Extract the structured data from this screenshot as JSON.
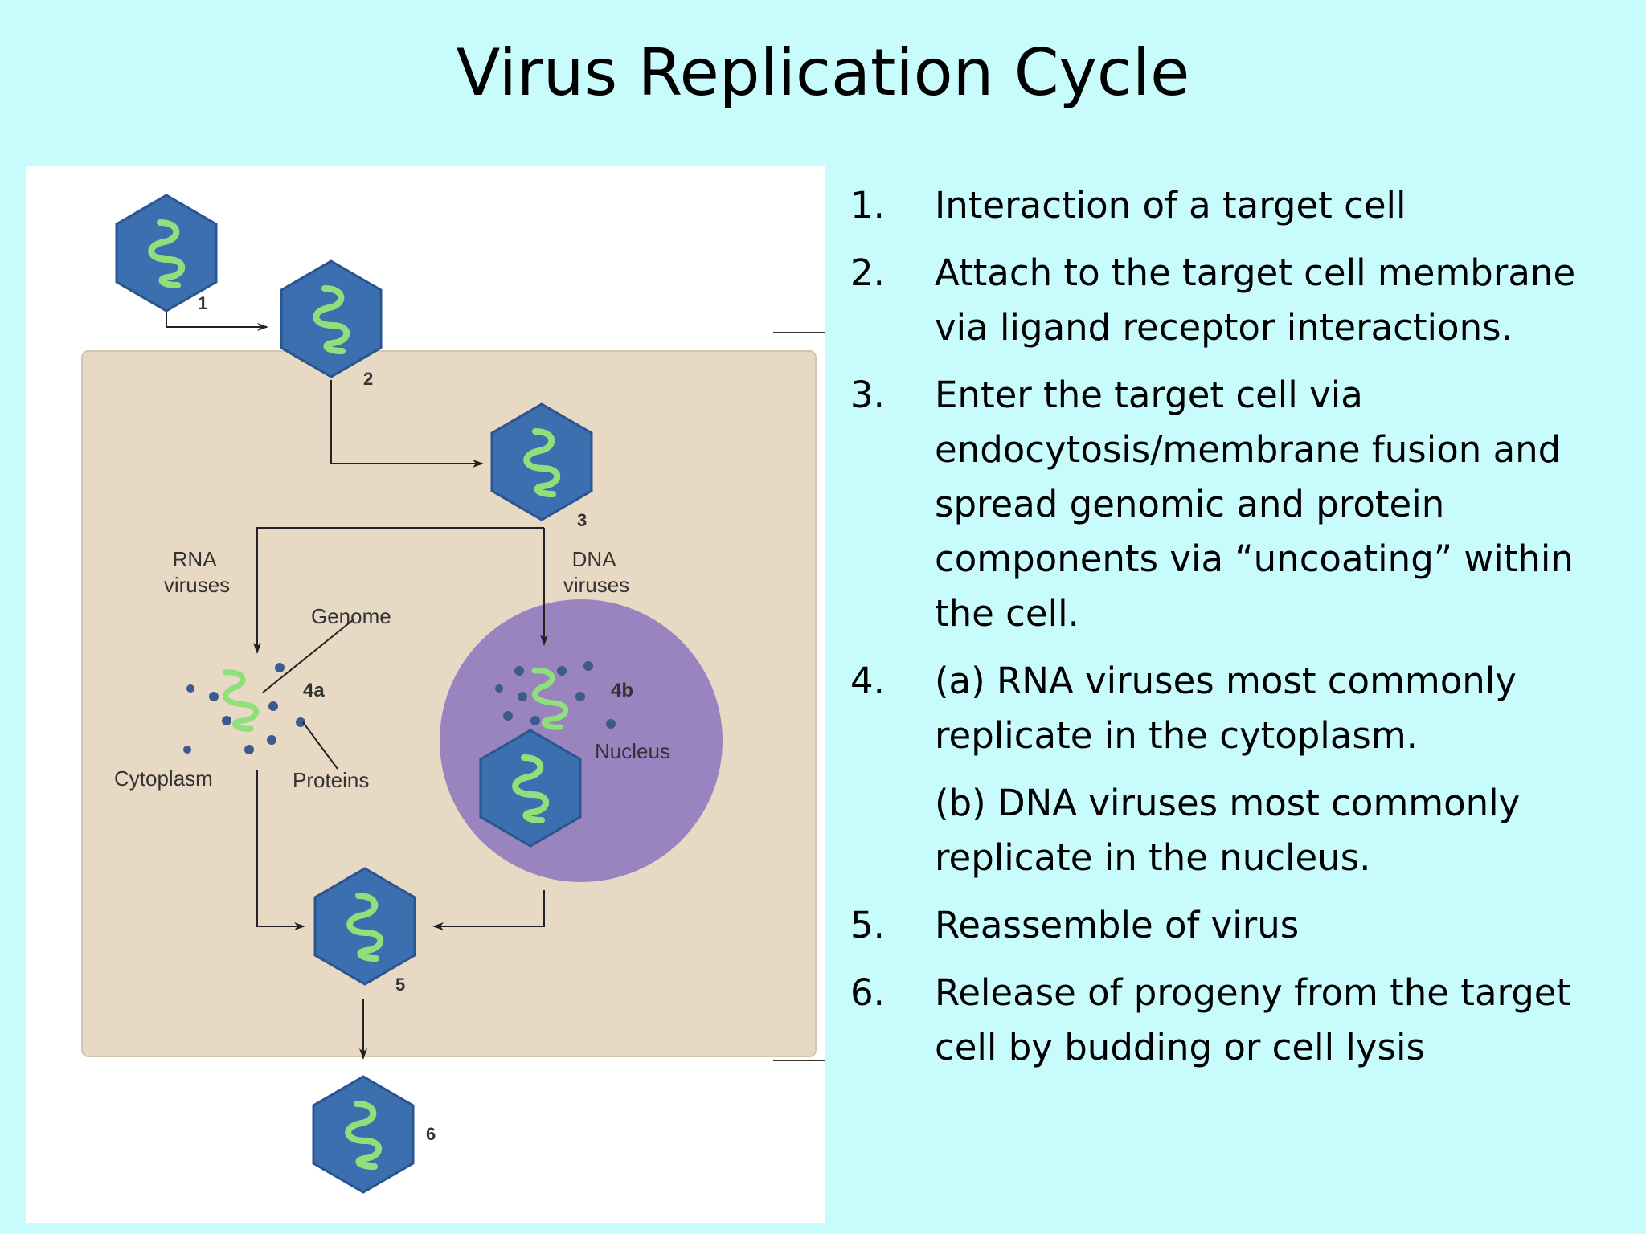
{
  "title": "Virus Replication Cycle",
  "diagram": {
    "labels": {
      "rna_viruses_1": "RNA",
      "rna_viruses_2": "viruses",
      "dna_viruses_1": "DNA",
      "dna_viruses_2": "viruses",
      "genome": "Genome",
      "cytoplasm": "Cytoplasm",
      "proteins": "Proteins",
      "nucleus": "Nucleus"
    },
    "step_numbers": [
      "1",
      "2",
      "3",
      "4a",
      "4b",
      "5",
      "6"
    ],
    "colors": {
      "capsid": "#3c6fb0",
      "capsid_edge": "#2a5590",
      "genome": "#8ee07a",
      "cell": "#e8d9c4",
      "nucleus": "#9a84c0",
      "protein": "#3d5a8c"
    }
  },
  "steps": [
    {
      "num": "1.",
      "text": "Interaction of a target cell"
    },
    {
      "num": "2.",
      "text": "Attach to the target cell membrane via ligand receptor interactions."
    },
    {
      "num": "3.",
      "text": "Enter the target cell via endocytosis/membrane fusion and spread genomic and protein components via “uncoating” within the cell."
    },
    {
      "num": "4.",
      "text": "(a) RNA viruses most commonly replicate in the cytoplasm.",
      "text_b": "(b) DNA viruses most commonly replicate in the nucleus."
    },
    {
      "num": "5.",
      "text": "Reassemble of virus"
    },
    {
      "num": "6.",
      "text": "Release of progeny from the target cell by budding or cell lysis"
    }
  ]
}
